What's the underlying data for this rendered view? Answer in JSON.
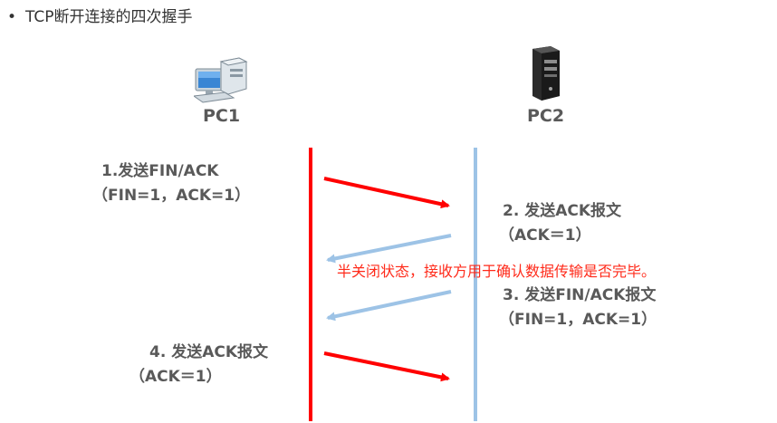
{
  "title": "TCP断开连接的四次握手",
  "nodes": {
    "pc1": {
      "label": "PC1",
      "icon": "desktop-computer-icon"
    },
    "pc2": {
      "label": "PC2",
      "icon": "server-tower-icon"
    }
  },
  "steps": [
    {
      "line1": "1.发送FIN/ACK",
      "line2": "（FIN=1，ACK=1）",
      "from": "pc1",
      "to": "pc2"
    },
    {
      "line1": "2. 发送ACK报文",
      "line2": "（ACK＝1）",
      "from": "pc2",
      "to": "pc1"
    },
    {
      "line1": "3. 发送FIN/ACK报文",
      "line2": "（FIN=1，ACK=1）",
      "from": "pc2",
      "to": "pc1"
    },
    {
      "line1": "4. 发送ACK报文",
      "line2": "（ACK＝1）",
      "from": "pc1",
      "to": "pc2"
    }
  ],
  "note": "半关闭状态，接收方用于确认数据传输是否完毕。",
  "colors": {
    "pc1_line": "#ff0000",
    "pc2_line": "#9dc3e6",
    "arrow_to_pc2": "#ff0000",
    "arrow_to_pc1": "#9dc3e6",
    "note_text": "#ff2a1a"
  }
}
